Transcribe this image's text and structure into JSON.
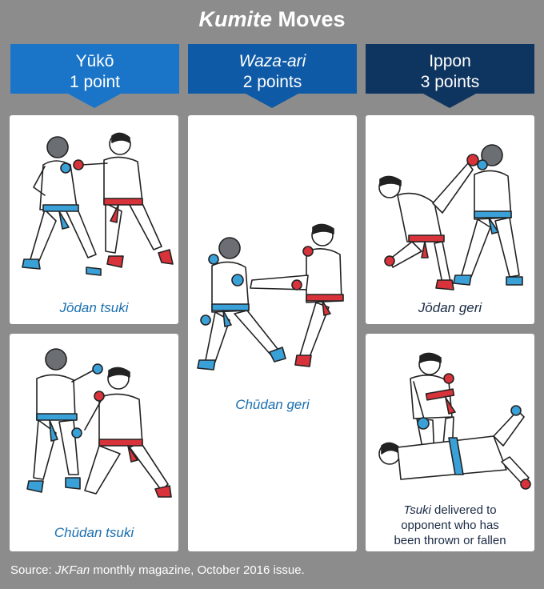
{
  "title": {
    "italic": "Kumite",
    "rest": " Moves"
  },
  "columns": [
    {
      "name_line": "Yūkō",
      "points": "1 point",
      "color": "#1a75c9",
      "name_italic": false
    },
    {
      "name_line": "Waza-ari",
      "points": "2 points",
      "color": "#0f5aa6",
      "name_italic": true
    },
    {
      "name_line": "Ippon",
      "points": "3 points",
      "color": "#0e3560",
      "name_italic": false
    }
  ],
  "moves": {
    "jodan_tsuki": "Jōdan tsuki",
    "chudan_tsuki": "Chūdan tsuki",
    "chudan_geri": "Chūdan geri",
    "jodan_geri": "Jōdan geri",
    "tsuki_after_throw": {
      "italic": "Tsuki",
      "line1_rest": " delivered to",
      "line2": "opponent who has",
      "line3": "been thrown or fallen"
    }
  },
  "source": {
    "prefix": "Source: ",
    "italic": "JKFan",
    "rest": " monthly magazine, October 2016 issue."
  },
  "colors": {
    "background": "#8c8c8c",
    "blue_belt": "#3aa0d8",
    "red_belt": "#d8333a",
    "caption_blue": "#1a6fb0",
    "caption_dark": "#1a2a44"
  }
}
